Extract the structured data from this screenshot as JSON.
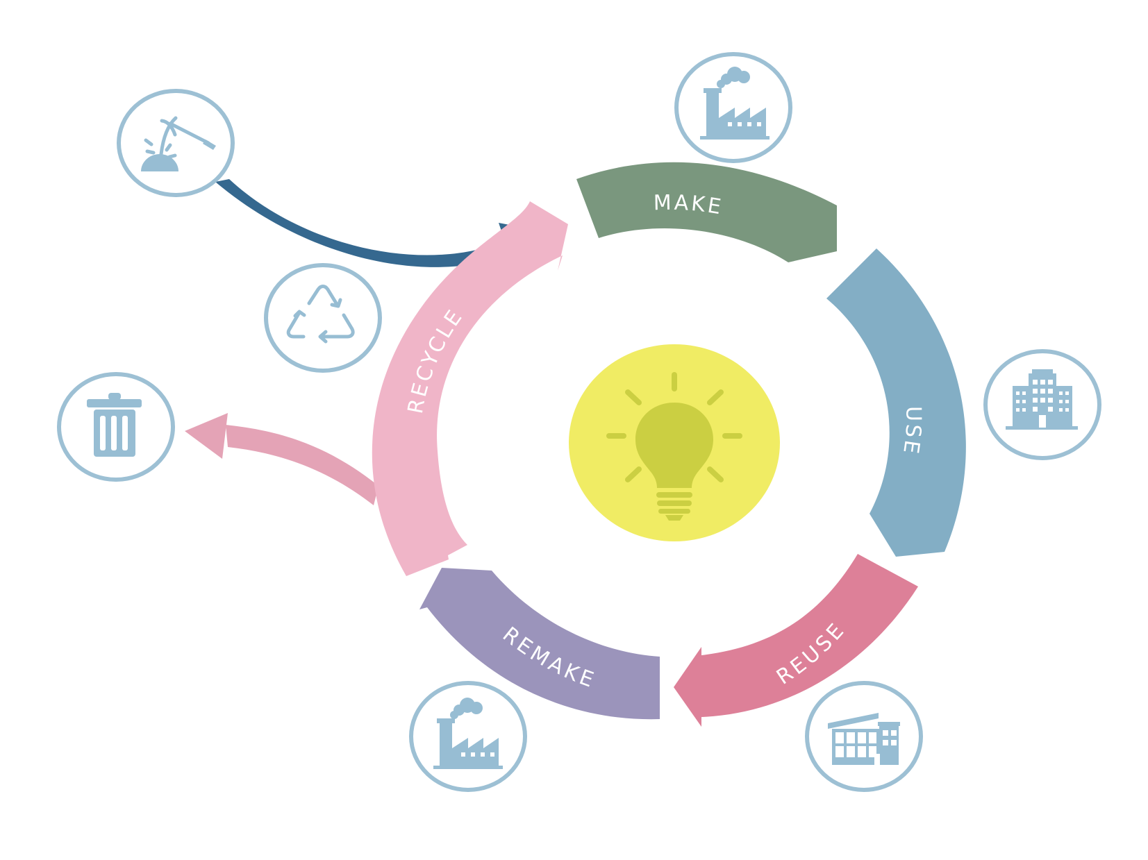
{
  "diagram": {
    "stages": [
      {
        "id": "make",
        "label": "MAKE",
        "color": "#7A977E"
      },
      {
        "id": "use",
        "label": "USE",
        "color": "#83AEC5"
      },
      {
        "id": "reuse",
        "label": "REUSE",
        "color": "#DD8098"
      },
      {
        "id": "remake",
        "label": "REMAKE",
        "color": "#9B94BB"
      },
      {
        "id": "recycle",
        "label": "RECYCLE",
        "color": "#F0B5C8"
      }
    ],
    "colors": {
      "icon": "#97BDD3",
      "icon_ring": "#9DC0D4",
      "raw_material_arrow": "#35688F",
      "waste_arrow": "#E4A3B6",
      "bulb_disc": "#F0EC64",
      "bulb": "#CBCF42"
    },
    "icons": [
      "mining-pickaxe-icon",
      "factory-icon",
      "office-building-icon",
      "warehouse-building-icon",
      "factory-icon",
      "recycle-symbol-icon",
      "trash-bin-icon",
      "lightbulb-icon"
    ]
  }
}
